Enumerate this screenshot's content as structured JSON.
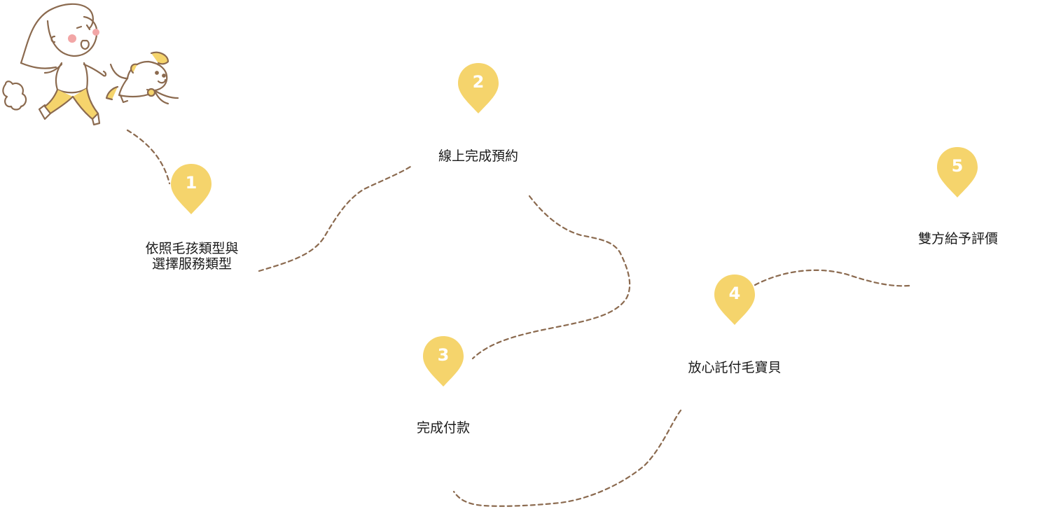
{
  "colors": {
    "pin_fill": "#F5D46C",
    "path_stroke": "#8B6A4F",
    "text": "#1a1a1a"
  },
  "illustration": {
    "icon": "girl-and-dog-running-icon"
  },
  "steps": [
    {
      "number": "1",
      "lines": [
        "依照毛孩類型與",
        "選擇服務類型"
      ]
    },
    {
      "number": "2",
      "lines": [
        "線上完成預約"
      ]
    },
    {
      "number": "3",
      "lines": [
        "完成付款"
      ]
    },
    {
      "number": "4",
      "lines": [
        "放心託付毛寶貝"
      ]
    },
    {
      "number": "5",
      "lines": [
        "雙方給予評價"
      ]
    }
  ]
}
